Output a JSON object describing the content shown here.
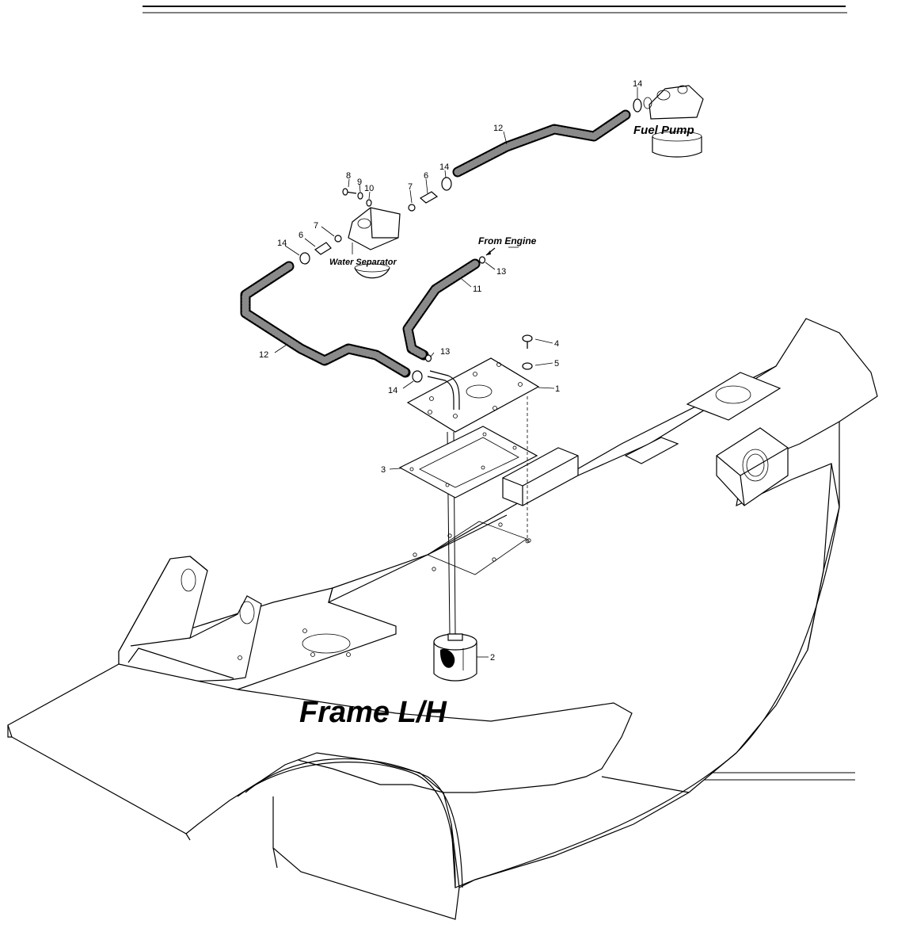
{
  "labels": {
    "fuel_pump": "Fuel Pump",
    "water_separator": "Water Separator",
    "from_engine": "From Engine",
    "frame": "Frame L/H"
  },
  "callouts": {
    "c1": "1",
    "c2": "2",
    "c3": "3",
    "c4": "4",
    "c5": "5",
    "c6a": "6",
    "c6b": "6",
    "c7a": "7",
    "c7b": "7",
    "c8": "8",
    "c9": "9",
    "c10": "10",
    "c11": "11",
    "c12a": "12",
    "c12b": "12",
    "c13a": "13",
    "c13b": "13",
    "c14a": "14",
    "c14b": "14",
    "c14c": "14",
    "c14d": "14"
  }
}
